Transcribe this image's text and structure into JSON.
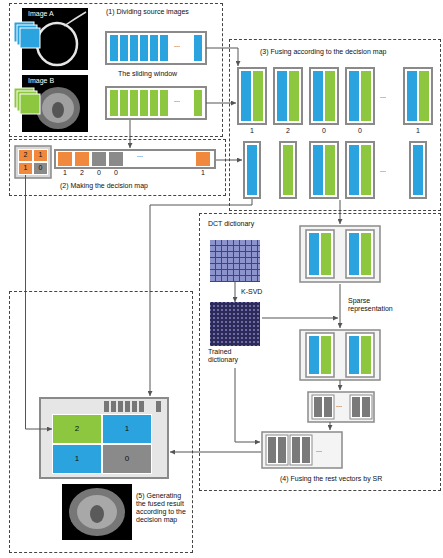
{
  "diagram": {
    "nodes": [
      {
        "text": [
          "(1) Dividing source images"
        ]
      },
      {
        "text": [
          "Image A"
        ],
        "in": 0
      },
      {
        "text": [
          "Image B"
        ],
        "in": 0
      },
      {
        "text": [
          "(2) Making the decision map"
        ]
      },
      {
        "text": [
          "2"
        ],
        "in": 3
      },
      {
        "text": [
          "1"
        ],
        "in": 3
      },
      {
        "text": [
          "1"
        ],
        "in": 3
      },
      {
        "text": [
          "0"
        ],
        "in": 3
      },
      {
        "text": [
          "(3) Fusing according to the decision map"
        ]
      },
      {
        "text": [
          "(4) Fusing the rest vectors by SR"
        ]
      },
      {
        "text": [
          "DCT dictionary"
        ],
        "in": 9
      },
      {
        "text": [
          "Trained dictionary"
        ],
        "in": 9
      },
      {
        "text": [
          "(5) Generating the fused result according to the decision map"
        ]
      },
      {
        "text": [
          "2"
        ],
        "in": 12
      },
      {
        "text": [
          "1"
        ],
        "in": 12
      },
      {
        "text": [
          "1"
        ],
        "in": 12
      },
      {
        "text": [
          "0"
        ],
        "in": 12
      }
    ],
    "edges": [
      {
        "from": 10,
        "to": 11,
        "label": "K-SVD",
        "arrow": "to"
      },
      {
        "from": 6,
        "to": 13,
        "arrow": "to"
      }
    ],
    "labels": [
      "The sliding window",
      "...",
      "...",
      "1",
      "2",
      "0",
      "0",
      "1",
      "...",
      "1",
      "2",
      "0",
      "0",
      "1",
      "...",
      "...",
      "Sparse representation",
      "...",
      "..."
    ]
  }
}
